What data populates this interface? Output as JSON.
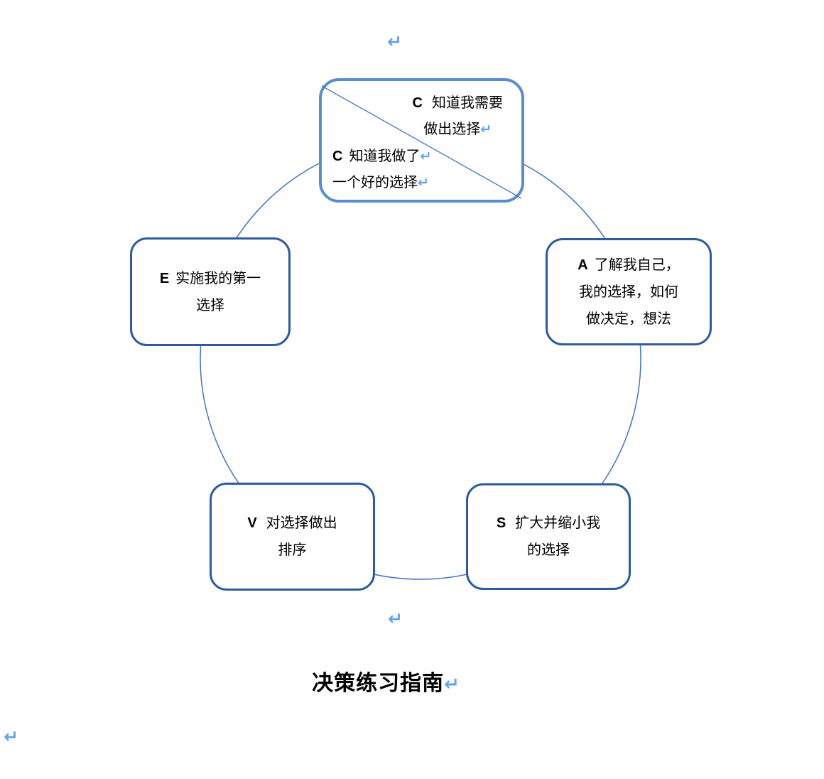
{
  "colors": {
    "circle": "#4472C4",
    "box_border_dark": "#2F5B9D",
    "box_border_light": "#5B8DCE",
    "mark_color": "#67A2EC"
  },
  "paragraph_mark": "↵",
  "caption": {
    "text": "决策练习指南"
  },
  "boxes": {
    "top": {
      "upper": {
        "letter": "C",
        "line1": "知道我需要",
        "line2": "做出选择"
      },
      "lower": {
        "letter": "C",
        "line1": "知道我做了",
        "line2": "一个好的选择"
      }
    },
    "right": {
      "letter": "A",
      "line1": "了解我自己，",
      "line2": "我的选择，如何",
      "line3": "做决定，想法"
    },
    "left": {
      "letter": "E",
      "line1": "实施我的第一",
      "line2": "选择"
    },
    "bottom_left": {
      "letter": "V",
      "line1": "对选择做出",
      "line2": "排序"
    },
    "bottom_right": {
      "letter": "S",
      "line1": "扩大并缩小我",
      "line2": "的选择"
    }
  }
}
